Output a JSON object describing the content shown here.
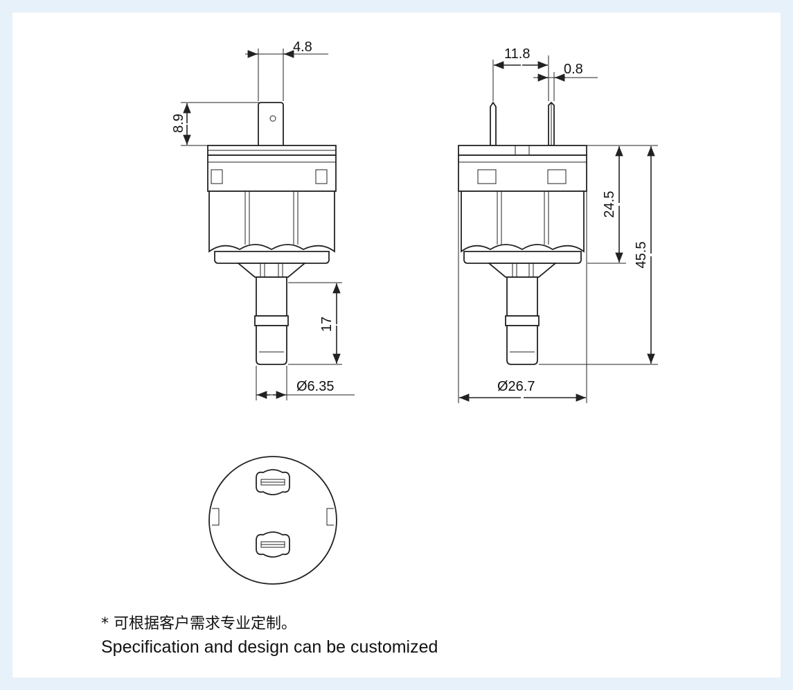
{
  "dimensions": {
    "front_terminal_width": "4.8",
    "front_terminal_height": "8.9",
    "front_stem_length": "17",
    "front_stem_diameter": "Ø6.35",
    "side_terminal_spacing": "11.8",
    "side_terminal_thickness": "0.8",
    "side_body_height": "24.5",
    "side_total_height": "45.5",
    "side_body_diameter": "Ø26.7"
  },
  "note": {
    "chinese": "* 可根据客户需求专业定制。",
    "english": "Specification and design can be customized"
  },
  "colors": {
    "page_background": "#e6f1fa",
    "panel_background": "#ffffff",
    "line": "#222222"
  }
}
